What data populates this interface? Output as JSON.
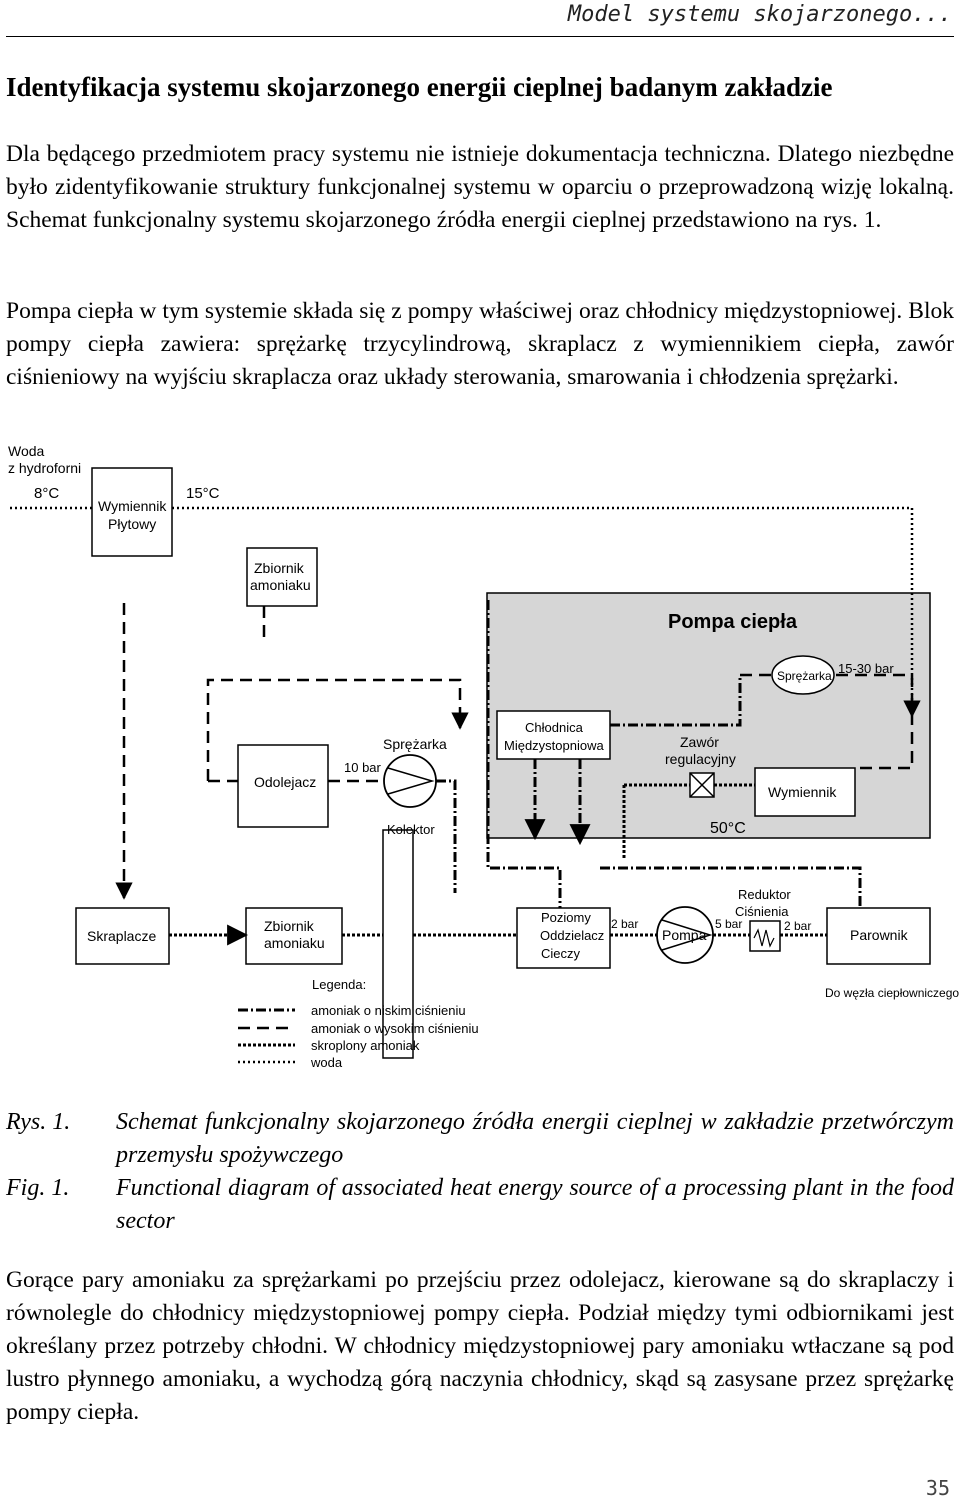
{
  "header": {
    "running_title": "Model systemu skojarzonego..."
  },
  "section_title": "Identyfikacja systemu skojarzonego energii cieplnej badanym zakładzie",
  "paragraphs": {
    "p1": "Dla będącego przedmiotem pracy systemu nie istnieje dokumentacja techniczna. Dlatego niezbędne było zidentyfikowanie struktury funkcjonalnej systemu w oparciu o przeprowadzoną wizję lokalną. Schemat funkcjonalny systemu skojarzonego źródła energii cieplnej przedstawiono na rys. 1.",
    "p2": "Pompa ciepła w tym systemie składa się z pompy właściwej oraz chłodnicy międzystopniowej. Blok pompy ciepła zawiera: sprężarkę trzycylindrową, skraplacz z wymiennikiem ciepła, zawór ciśnieniowy na wyjściu skraplacza oraz układy sterowania, smarowania i chłodzenia sprężarki.",
    "p3": "Gorące pary amoniaku za sprężarkami po przejściu przez odolejacz, kierowane są do skraplaczy i równolegle do chłodnicy międzystopniowej pompy ciepła. Podział między tymi odbiornikami jest określany przez potrzeby chłodni. W chłodnicy międzystopniowej pary amoniaku wtłaczane są pod lustro płynnego amoniaku, a wychodzą górą naczynia chłodnicy, skąd są zasysane przez sprężarkę pompy ciepła."
  },
  "diagram": {
    "water_in_1": "Woda",
    "water_in_2": "z hydroforni",
    "temp_in": "8°C",
    "temp_out": "15°C",
    "plate_exchanger_1": "Wymiennik",
    "plate_exchanger_2": "Płytowy",
    "ammonia_tank_top_1": "Zbiornik",
    "ammonia_tank_top_2": "amoniaku",
    "heat_pump_title": "Pompa ciepła",
    "hp_compressor": "Sprężarka",
    "hp_pressure": "15-30 bar",
    "intercooler_1": "Chłodnica",
    "intercooler_2": "Międzystopniowa",
    "valve_1": "Zawór",
    "valve_2": "regulacyjny",
    "exchanger": "Wymiennik",
    "temp_50": "50°C",
    "oil_separator": "Odolejacz",
    "compressor": "Sprężarka",
    "pressure_10": "10 bar",
    "collector": "Kolektor",
    "condensers": "Skraplacze",
    "ammonia_tank_bottom_1": "Zbiornik",
    "ammonia_tank_bottom_2": "amoniaku",
    "separator_1": "Poziomy",
    "separator_2": "Oddzielacz",
    "separator_3": "Cieczy",
    "pressure_2a": "2 bar",
    "pump": "Pompa",
    "pressure_5": "5 bar",
    "reducer_1": "Reduktor",
    "reducer_2": "Ciśnienia",
    "pressure_2b": "2 bar",
    "evaporator": "Parownik",
    "to_heating": "Do węzła ciepłowniczego",
    "legend_title": "Legenda:",
    "legend_low": "amoniak o niskim ciśnieniu",
    "legend_high": "amoniak o wysokim ciśnieniu",
    "legend_liquid": "skroplony amoniak",
    "legend_water": "woda"
  },
  "captions": {
    "rys_label": "Rys. 1.",
    "rys_text": "Schemat funkcjonalny skojarzonego źródła energii cieplnej w zakładzie przetwórczym przemysłu spożywczego",
    "fig_label": "Fig. 1.",
    "fig_text": "Functional diagram of associated heat energy source of a processing plant in the food sector"
  },
  "page_number": "35"
}
